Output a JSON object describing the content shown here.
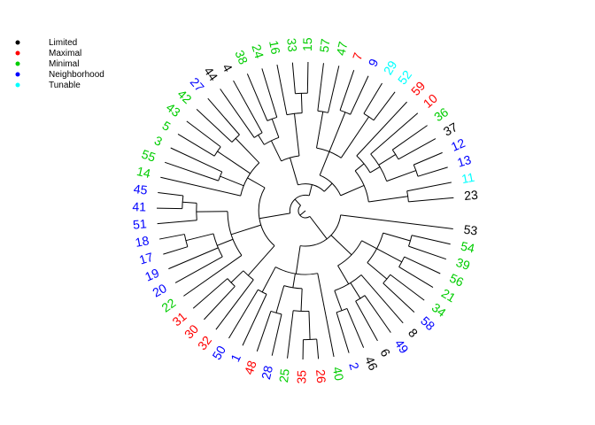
{
  "legend": {
    "items": [
      {
        "label": "Limited",
        "color": "#000000"
      },
      {
        "label": "Maximal",
        "color": "#ff0000"
      },
      {
        "label": "Minimal",
        "color": "#00cd00"
      },
      {
        "label": "Neighborhood",
        "color": "#0000ff"
      },
      {
        "label": "Tunable",
        "color": "#00ffff"
      }
    ]
  },
  "leaves": [
    {
      "label": "23",
      "group": "Limited"
    },
    {
      "label": "11",
      "group": "Tunable"
    },
    {
      "label": "13",
      "group": "Neighborhood"
    },
    {
      "label": "12",
      "group": "Neighborhood"
    },
    {
      "label": "37",
      "group": "Limited"
    },
    {
      "label": "36",
      "group": "Minimal"
    },
    {
      "label": "10",
      "group": "Maximal"
    },
    {
      "label": "59",
      "group": "Maximal"
    },
    {
      "label": "52",
      "group": "Tunable"
    },
    {
      "label": "29",
      "group": "Tunable"
    },
    {
      "label": "9",
      "group": "Neighborhood"
    },
    {
      "label": "7",
      "group": "Maximal"
    },
    {
      "label": "47",
      "group": "Minimal"
    },
    {
      "label": "57",
      "group": "Minimal"
    },
    {
      "label": "15",
      "group": "Minimal"
    },
    {
      "label": "33",
      "group": "Minimal"
    },
    {
      "label": "16",
      "group": "Minimal"
    },
    {
      "label": "24",
      "group": "Minimal"
    },
    {
      "label": "38",
      "group": "Minimal"
    },
    {
      "label": "4",
      "group": "Limited"
    },
    {
      "label": "44",
      "group": "Limited"
    },
    {
      "label": "27",
      "group": "Neighborhood"
    },
    {
      "label": "42",
      "group": "Minimal"
    },
    {
      "label": "43",
      "group": "Minimal"
    },
    {
      "label": "5",
      "group": "Minimal"
    },
    {
      "label": "3",
      "group": "Minimal"
    },
    {
      "label": "55",
      "group": "Minimal"
    },
    {
      "label": "14",
      "group": "Minimal"
    },
    {
      "label": "45",
      "group": "Neighborhood"
    },
    {
      "label": "41",
      "group": "Neighborhood"
    },
    {
      "label": "51",
      "group": "Neighborhood"
    },
    {
      "label": "18",
      "group": "Neighborhood"
    },
    {
      "label": "17",
      "group": "Neighborhood"
    },
    {
      "label": "19",
      "group": "Neighborhood"
    },
    {
      "label": "20",
      "group": "Neighborhood"
    },
    {
      "label": "22",
      "group": "Minimal"
    },
    {
      "label": "31",
      "group": "Maximal"
    },
    {
      "label": "30",
      "group": "Maximal"
    },
    {
      "label": "32",
      "group": "Maximal"
    },
    {
      "label": "50",
      "group": "Neighborhood"
    },
    {
      "label": "1",
      "group": "Neighborhood"
    },
    {
      "label": "48",
      "group": "Maximal"
    },
    {
      "label": "28",
      "group": "Neighborhood"
    },
    {
      "label": "25",
      "group": "Minimal"
    },
    {
      "label": "35",
      "group": "Maximal"
    },
    {
      "label": "26",
      "group": "Maximal"
    },
    {
      "label": "40",
      "group": "Minimal"
    },
    {
      "label": "2",
      "group": "Neighborhood"
    },
    {
      "label": "46",
      "group": "Limited"
    },
    {
      "label": "6",
      "group": "Limited"
    },
    {
      "label": "49",
      "group": "Neighborhood"
    },
    {
      "label": "8",
      "group": "Limited"
    },
    {
      "label": "58",
      "group": "Neighborhood"
    },
    {
      "label": "34",
      "group": "Minimal"
    },
    {
      "label": "21",
      "group": "Minimal"
    },
    {
      "label": "56",
      "group": "Minimal"
    },
    {
      "label": "39",
      "group": "Minimal"
    },
    {
      "label": "54",
      "group": "Minimal"
    },
    {
      "label": "53",
      "group": "Limited"
    }
  ],
  "tree": {
    "c": [
      {
        "c": [
          {
            "c": [
              {
                "c": [
                  {
                    "c": [
                      {
                        "c": [
                          0,
                          1
                        ],
                        "h": 0.32
                      },
                      {
                        "c": [
                          {
                            "c": [
                              {
                                "c": [
                                  2,
                                  3
                                ],
                                "h": 0.22
                              },
                              {
                                "c": [
                                  4,
                                  5
                                ],
                                "h": 0.3
                              },
                              6
                            ],
                            "h": 0.44
                          },
                          7
                        ],
                        "h": 0.52
                      }
                    ],
                    "h": 0.6
                  },
                  {
                    "c": [
                      {
                        "c": [
                          8,
                          9
                        ],
                        "h": 0.25
                      },
                      {
                        "c": [
                          10,
                          11
                        ],
                        "h": 0.3
                      },
                      {
                        "c": [
                          12,
                          13
                        ],
                        "h": 0.34
                      }
                    ],
                    "h": 0.6
                  }
                ],
                "h": 0.78
              },
              {
                "c": [
                  {
                    "c": [
                      {
                        "c": [
                          14,
                          15
                        ],
                        "h": 0.22
                      },
                      16
                    ],
                    "h": 0.36
                  },
                  {
                    "c": [
                      {
                        "c": [
                          17,
                          18
                        ],
                        "h": 0.36
                      },
                      {
                        "c": [
                          19,
                          20
                        ],
                        "h": 0.42
                      }
                    ],
                    "h": 0.5
                  }
                ],
                "h": 0.66
              }
            ],
            "h": 0.86
          },
          {
            "c": [
              {
                "c": [
                  {
                    "c": [
                      21,
                      22
                    ],
                    "h": 0.34
                  },
                  {
                    "c": [
                      23,
                      24
                    ],
                    "h": 0.3
                  },
                  {
                    "c": [
                      25,
                      26
                    ],
                    "h": 0.4
                  },
                  27
                ],
                "h": 0.58
              },
              {
                "c": [
                  {
                    "c": [
                      {
                        "c": [
                          28,
                          29
                        ],
                        "h": 0.18
                      },
                      30
                    ],
                    "h": 0.28
                  },
                  {
                    "c": [
                      {
                        "c": [
                          31,
                          32
                        ],
                        "h": 0.18
                      },
                      33,
                      34
                    ],
                    "h": 0.38
                  },
                  35
                ],
                "h": 0.5
              },
              {
                "c": [
                  {
                    "c": [
                      36,
                      37
                    ],
                    "h": 0.32
                  },
                  38
                ],
                "h": 0.44
              }
            ],
            "h": 0.72
          }
        ],
        "h": 0.94
      },
      {
        "c": [
          {
            "c": [
              {
                "c": [
                  39,
                  40
                ],
                "h": 0.4
              },
              {
                "c": [
                  {
                    "c": [
                      41,
                      42
                    ],
                    "h": 0.3
                  },
                  {
                    "c": [
                      43,
                      {
                        "c": [
                          44,
                          45
                        ],
                        "h": 0.14
                      }
                    ],
                    "h": 0.34
                  }
                ],
                "h": 0.5
              },
              46
            ],
            "h": 0.6
          },
          {
            "c": [
              {
                "c": [
                  {
                    "c": [
                      47,
                      48
                    ],
                    "h": 0.3
                  },
                  {
                    "c": [
                      49,
                      50
                    ],
                    "h": 0.32
                  },
                  51
                ],
                "h": 0.45
              },
              {
                "c": [
                  {
                    "c": [
                      52,
                      53
                    ],
                    "h": 0.3
                  },
                  {
                    "c": [
                      54,
                      55
                    ],
                    "h": 0.28
                  },
                  {
                    "c": [
                      56,
                      57
                    ],
                    "h": 0.28
                  }
                ],
                "h": 0.48
              }
            ],
            "h": 0.6
          },
          58
        ],
        "h": 0.8
      }
    ],
    "h": 1.0
  }
}
